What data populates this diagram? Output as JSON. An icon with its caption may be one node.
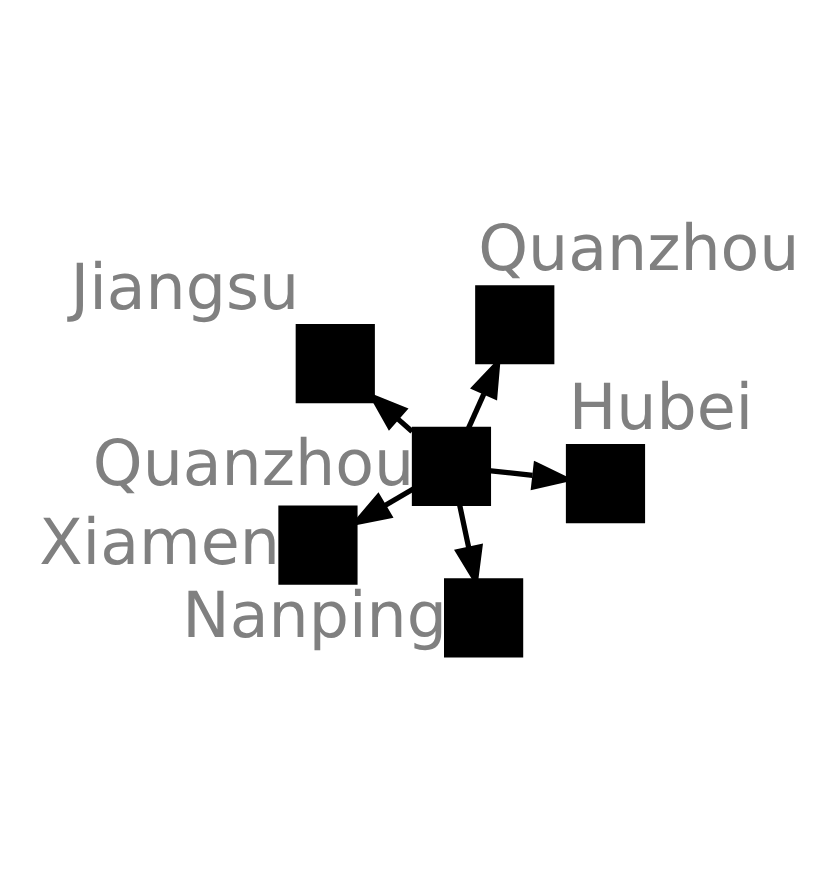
{
  "diagram": {
    "nodes": [
      {
        "text": [],
        "shape": "box",
        "beside": [
          "Jiangsu"
        ]
      },
      {
        "text": [],
        "shape": "box",
        "beside": [
          "Hubei"
        ]
      },
      {
        "text": [],
        "shape": "box",
        "beside": [
          "Nanping"
        ]
      },
      {
        "text": [],
        "shape": "box",
        "beside": [
          "Quanzhou"
        ]
      },
      {
        "text": [],
        "shape": "box",
        "beside": [
          "Quanzhou"
        ]
      },
      {
        "text": [],
        "shape": "box",
        "beside": [
          "Xiamen"
        ]
      }
    ],
    "edges": [
      {
        "from": 3,
        "to": 0,
        "arrow": "to"
      },
      {
        "from": 3,
        "to": 1,
        "arrow": "to"
      },
      {
        "from": 3,
        "to": 2,
        "arrow": "to"
      },
      {
        "from": 3,
        "to": 4,
        "arrow": "to"
      },
      {
        "from": 3,
        "to": 5,
        "arrow": "to"
      }
    ]
  }
}
